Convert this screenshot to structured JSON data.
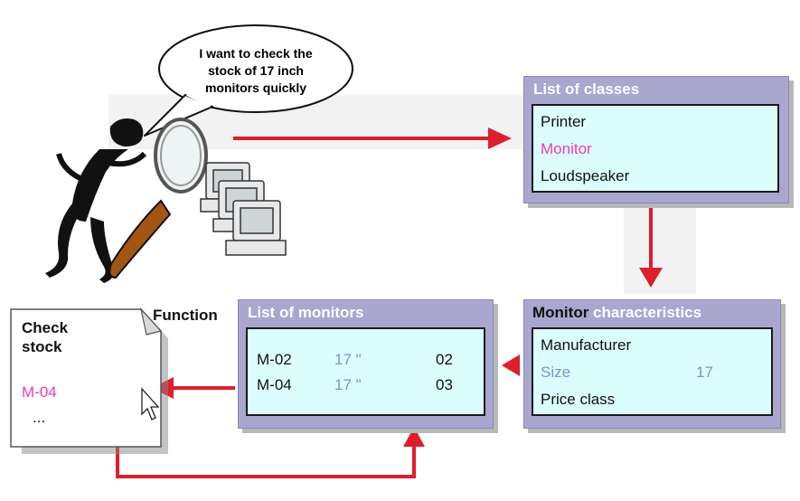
{
  "speech_bubble": {
    "lines": [
      "I want to check the",
      "stock of 17 inch",
      "monitors quickly"
    ]
  },
  "classes_panel": {
    "title": "List of classes",
    "items": [
      "Printer",
      "Monitor",
      "Loudspeaker"
    ]
  },
  "characteristics_panel": {
    "title_part1": "Monitor",
    "title_part2": " characteristics",
    "rows": [
      {
        "label": "Manufacturer",
        "value": ""
      },
      {
        "label": "Size",
        "value": "17"
      },
      {
        "label": "Price class",
        "value": ""
      }
    ]
  },
  "monitors_panel": {
    "title": "List of monitors",
    "rows": [
      {
        "id": "M-02",
        "size": "17 \"",
        "num": "02"
      },
      {
        "id": "M-04",
        "size": "17 \"",
        "num": "03"
      }
    ]
  },
  "function_label": "Function",
  "document": {
    "title_line1": "Check",
    "title_line2": "stock",
    "item": "M-04",
    "ellipsis": "..."
  },
  "colors": {
    "panel": "#a9a6d0",
    "inner": "#dcfdfd",
    "arrow": "#dd1f2b",
    "highlight": "#f13bb7",
    "size_blue": "#7a94c9"
  }
}
